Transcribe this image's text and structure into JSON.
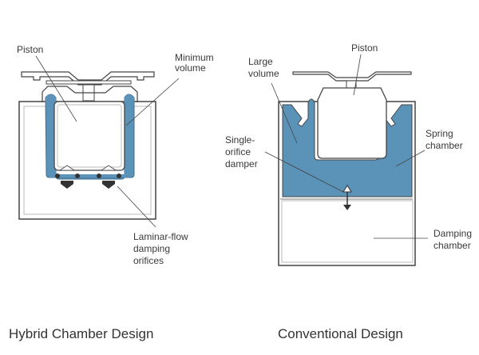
{
  "colors": {
    "fluid": "#5b93b8",
    "stroke": "#444444",
    "inner": "#bbbbbb",
    "arrow": "#3a3a3a"
  },
  "hybrid": {
    "caption": "Hybrid Chamber Design",
    "labels": {
      "piston": "Piston",
      "minimum_volume": "Minimum\nvolume",
      "orifices": "Laminar-flow\ndamping\norifices"
    }
  },
  "conventional": {
    "caption": "Conventional Design",
    "labels": {
      "piston": "Piston",
      "large_volume": "Large\nvolume",
      "single_orifice": "Single-\norifice\ndamper",
      "spring_chamber": "Spring\nchamber",
      "damping_chamber": "Damping\nchamber"
    }
  }
}
